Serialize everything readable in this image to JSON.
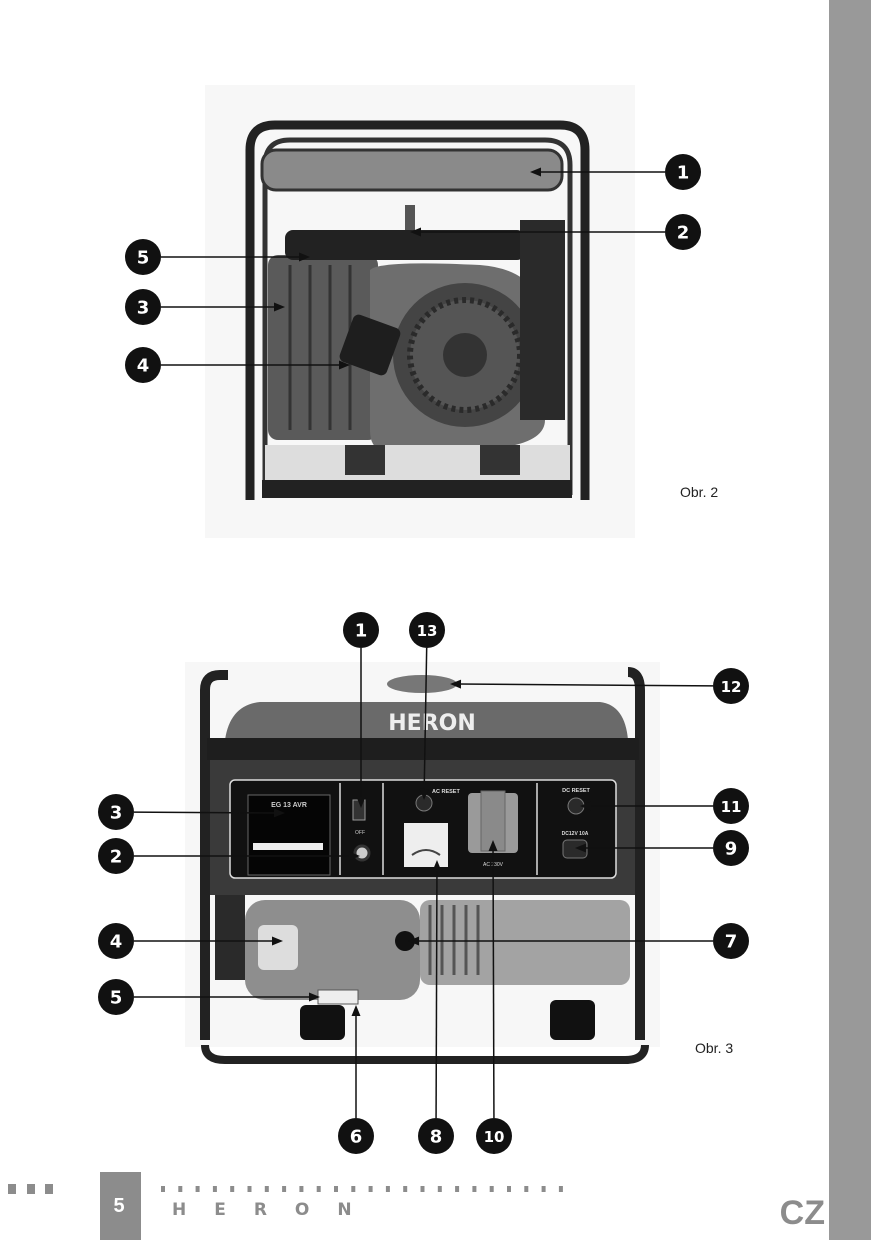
{
  "figure2": {
    "caption": "Obr. 2",
    "callouts": [
      "1",
      "2",
      "5",
      "3",
      "4"
    ]
  },
  "figure3": {
    "caption": "Obr. 3",
    "photo_text": {
      "brand": "HERON",
      "model": "EG 13 AVR",
      "ac_reset": "AC RESET",
      "dc_reset": "DC RESET",
      "dc_out": "DC12V 10A",
      "ac_out": "AC 230V",
      "off": "OFF"
    },
    "callouts": [
      "1",
      "13",
      "12",
      "3",
      "11",
      "2",
      "9",
      "4",
      "7",
      "5",
      "6",
      "8",
      "10"
    ]
  },
  "footer": {
    "page_number": "5",
    "brand": "HERON",
    "language": "CZ"
  },
  "colors": {
    "sidebar": "#999999",
    "callout": "#111111",
    "footer_gray": "#8c8c8c"
  }
}
